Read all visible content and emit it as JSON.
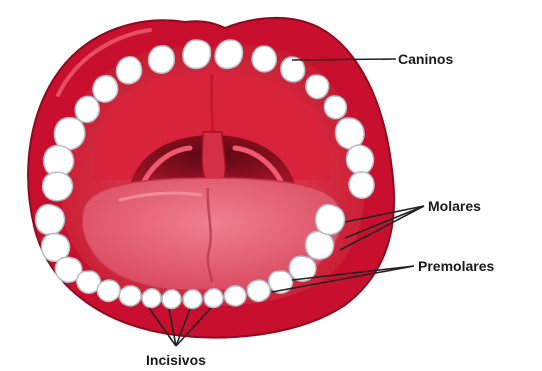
{
  "labels": {
    "caninos": "Caninos",
    "molares": "Molares",
    "premolares": "Premolares",
    "incisivos": "Incisivos"
  },
  "colors": {
    "lip": "#c8102e",
    "lip_dark": "#8e0a1f",
    "mouth_inner": "#e0283d",
    "palate": "#d9233a",
    "tongue": "#e35d70",
    "throat": "#7a0d1c",
    "tooth": "#ffffff",
    "tooth_outline": "#b8bcc4",
    "gum": "#f0b7be",
    "leader": "#222222"
  },
  "icons": [
    "open-mouth-illustration"
  ]
}
